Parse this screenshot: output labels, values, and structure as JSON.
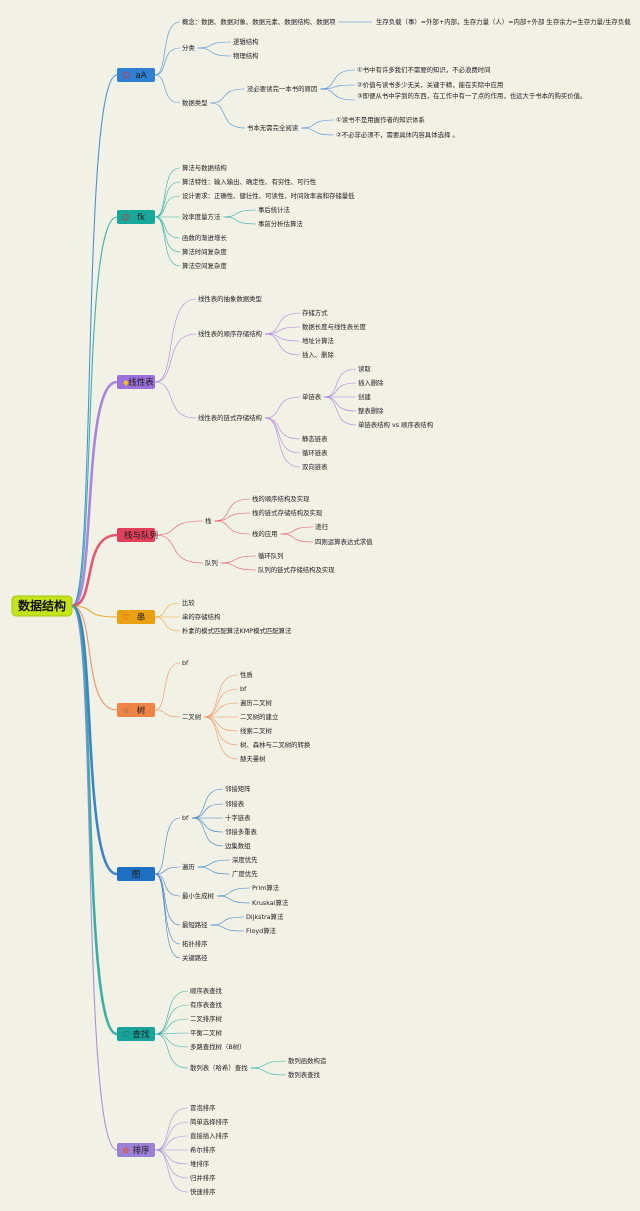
{
  "root": "数据结构",
  "branches": [
    {
      "label": "aA",
      "icon": "emoji-icon",
      "color": "#2f7fd3",
      "children": [
        {
          "label": "概念：数据、数据对象、数据元素、数据结构、数据项",
          "children": [
            {
              "label": "生存负载（事）=外部+内部，生存力量（人）=内部+外部 生存余力=生存力量/生存负载"
            }
          ]
        },
        {
          "label": "分类",
          "children": [
            {
              "label": "逻辑结构"
            },
            {
              "label": "物理结构"
            }
          ]
        },
        {
          "label": "数据类型",
          "children": [
            {
              "label": "没必要读完一本书的原因",
              "children": [
                {
                  "label": "①书中有许多我们不需要的知识，不必浪费时间"
                },
                {
                  "label": "②价值与读书多少无关，关键于精，能在实际中应用"
                },
                {
                  "label": "③即便从书中学到的东西，在工作中有一了点的作用，也远大于书本的购买价值。"
                }
              ]
            },
            {
              "label": "书本无需完全阅读",
              "children": [
                {
                  "label": "①读书不是用握作者的知识体系"
                },
                {
                  "label": "②不必非必须不，需要具体内容具体选择 。"
                }
              ]
            }
          ]
        }
      ]
    },
    {
      "label": "fk",
      "icon": "emoji-icon",
      "color": "#16a89a",
      "children": [
        {
          "label": "算法与数据结构"
        },
        {
          "label": "算法特性：输入输出、确定性、有穷性、可行性"
        },
        {
          "label": "设计要求：正确性、健壮性、可读性、时间效率高和存储量低"
        },
        {
          "label": "效率度量方法",
          "children": [
            {
              "label": "事后统计法"
            },
            {
              "label": "事前分析估算法"
            }
          ]
        },
        {
          "label": "函数的渐进增长"
        },
        {
          "label": "算法时间复杂度"
        },
        {
          "label": "算法空间复杂度"
        }
      ]
    },
    {
      "label": "线性表",
      "icon": "gem-icon",
      "color": "#9b72dd",
      "children": [
        {
          "label": "线性表的抽象数据类型"
        },
        {
          "label": "线性表的顺序存储结构",
          "children": [
            {
              "label": "存储方式"
            },
            {
              "label": "数据长度与线性表长度"
            },
            {
              "label": "地址计算法"
            },
            {
              "label": "插入、删除"
            }
          ]
        },
        {
          "label": "线性表的链式存储结构",
          "children": [
            {
              "label": "单链表",
              "children": [
                {
                  "label": "读取"
                },
                {
                  "label": "插入删除"
                },
                {
                  "label": "创建"
                },
                {
                  "label": "整表删除"
                },
                {
                  "label": "单链表结构 vs 顺序表结构"
                }
              ]
            },
            {
              "label": "静态链表"
            },
            {
              "label": "循环链表"
            },
            {
              "label": "双向链表"
            }
          ]
        }
      ]
    },
    {
      "label": "栈与队列",
      "icon": "smile-icon",
      "color": "#e0405a",
      "children": [
        {
          "label": "栈",
          "children": [
            {
              "label": "栈的顺序结构及实现"
            },
            {
              "label": "栈的链式存储结构及实现"
            },
            {
              "label": "栈的应用",
              "children": [
                {
                  "label": "递归"
                },
                {
                  "label": "四则运算表达式求值"
                }
              ]
            }
          ]
        },
        {
          "label": "队列",
          "children": [
            {
              "label": "循环队列"
            },
            {
              "label": "队列的链式存储结构及实现"
            }
          ]
        }
      ]
    },
    {
      "label": "串",
      "icon": "heart-icon",
      "color": "#eaa010",
      "children": [
        {
          "label": "比较"
        },
        {
          "label": "串的存储结构"
        },
        {
          "label": "朴素的模式匹配算法KMP模式匹配算法"
        }
      ]
    },
    {
      "label": "树",
      "icon": "star-icon",
      "color": "#ef8447",
      "children": [
        {
          "label": "bf"
        },
        {
          "label": "二叉树",
          "children": [
            {
              "label": "性质"
            },
            {
              "label": "bf"
            },
            {
              "label": "遍历二叉树"
            },
            {
              "label": "二叉树的建立"
            },
            {
              "label": "线索二叉树"
            },
            {
              "label": "树、森林与二叉树的转换"
            },
            {
              "label": "赫夫曼树"
            }
          ]
        }
      ]
    },
    {
      "label": "图",
      "icon": "",
      "color": "#1f6fc2",
      "children": [
        {
          "label": "bf",
          "children": [
            {
              "label": "邻接矩阵"
            },
            {
              "label": "邻接表"
            },
            {
              "label": "十字链表"
            },
            {
              "label": "邻接多重表"
            },
            {
              "label": "边集数组"
            }
          ]
        },
        {
          "label": "遍历",
          "children": [
            {
              "label": "深度优先"
            },
            {
              "label": "广度优先"
            }
          ]
        },
        {
          "label": "最小生成树",
          "children": [
            {
              "label": "Prim算法"
            },
            {
              "label": "Kruskal算法"
            }
          ]
        },
        {
          "label": "最短路径",
          "children": [
            {
              "label": "Dijkstra算法"
            },
            {
              "label": "Floyd算法"
            }
          ]
        },
        {
          "label": "拓扑排序"
        },
        {
          "label": "关键路径"
        }
      ]
    },
    {
      "label": "查找",
      "icon": "heart-outline-icon",
      "color": "#17a39a",
      "children": [
        {
          "label": "顺序表查找"
        },
        {
          "label": "有序表查找"
        },
        {
          "label": "二叉排序树"
        },
        {
          "label": "平衡二叉树"
        },
        {
          "label": "多路查找树（B树）"
        },
        {
          "label": "散列表（哈希）查找",
          "children": [
            {
              "label": "散列函数构造"
            },
            {
              "label": "散列表查找"
            }
          ]
        }
      ]
    },
    {
      "label": "排序",
      "icon": "flower-icon",
      "color": "#9b80d8",
      "children": [
        {
          "label": "冒泡排序"
        },
        {
          "label": "简单选择排序"
        },
        {
          "label": "直接插入排序"
        },
        {
          "label": "希尔排序"
        },
        {
          "label": "堆排序"
        },
        {
          "label": "归并排序"
        },
        {
          "label": "快速排序"
        }
      ]
    }
  ]
}
